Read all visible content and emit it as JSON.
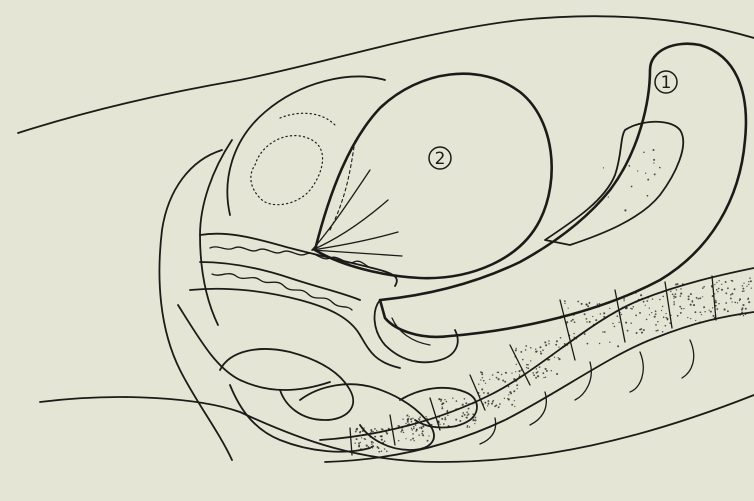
{
  "figure": {
    "labels": [
      {
        "id": "label-1",
        "text": "1"
      },
      {
        "id": "label-2",
        "text": "2"
      }
    ],
    "colors": {
      "paper": "#e5e5d6",
      "ink": "#1b1b18"
    }
  }
}
